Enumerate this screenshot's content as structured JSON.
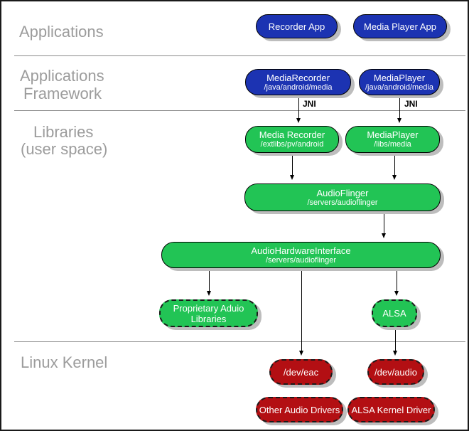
{
  "sections": {
    "applications": "Applications",
    "framework": [
      "Applications",
      "Framework"
    ],
    "libraries": [
      "Libraries",
      "(user space)"
    ],
    "kernel": "Linux Kernel"
  },
  "labels": {
    "jni": "JNI"
  },
  "nodes": {
    "recorder_app": {
      "title": "Recorder App"
    },
    "media_player_app": {
      "title": "Media Player App"
    },
    "media_recorder_fw": {
      "title": "MediaRecorder",
      "subtitle": "/java/android/media"
    },
    "media_player_fw": {
      "title": "MediaPlayer",
      "subtitle": "/java/android/media"
    },
    "media_recorder_lib": {
      "title": "Media Recorder",
      "subtitle": "/extlibs/pv/android"
    },
    "media_player_lib": {
      "title": "MediaPlayer",
      "subtitle": "/libs/media"
    },
    "audio_flinger": {
      "title": "AudioFlinger",
      "subtitle": "/servers/audioflinger"
    },
    "audio_hw_interface": {
      "title": "AudioHardwareInterface",
      "subtitle": "/servers/audioflinger"
    },
    "proprietary_audio": {
      "title_line1": "Proprietary Aduio",
      "title_line2": "Libraries"
    },
    "alsa": {
      "title": "ALSA"
    },
    "dev_eac": {
      "title": "/dev/eac"
    },
    "dev_audio": {
      "title": "/dev/audio"
    },
    "other_audio_drivers": {
      "title": "Other Audio Drivers"
    },
    "alsa_kernel_driver": {
      "title": "ALSA Kernel Driver"
    }
  },
  "colors": {
    "app-blue": "#1c33b2",
    "lib-green": "#22c455",
    "kernel-red": "#b30f13",
    "shadow": "#bdbdbd",
    "section-label": "#9c9c9c",
    "divider": "#8c8c8c"
  }
}
